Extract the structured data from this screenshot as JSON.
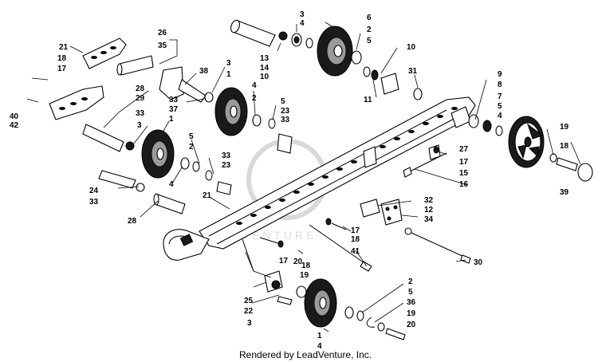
{
  "watermark": {
    "text": "LEADVENTURE"
  },
  "caption": "Rendered by LeadVenture, Inc.",
  "callouts": [
    {
      "id": "c21a",
      "text": "21"
    },
    {
      "id": "c18a",
      "text": "18"
    },
    {
      "id": "c17a",
      "text": "17"
    },
    {
      "id": "c40",
      "text": "40"
    },
    {
      "id": "c42",
      "text": "42"
    },
    {
      "id": "c26",
      "text": "26"
    },
    {
      "id": "c35",
      "text": "35"
    },
    {
      "id": "c13",
      "text": "13"
    },
    {
      "id": "c14",
      "text": "14"
    },
    {
      "id": "c10a",
      "text": "10"
    },
    {
      "id": "c3a",
      "text": "3"
    },
    {
      "id": "c4a",
      "text": "4"
    },
    {
      "id": "c6",
      "text": "6"
    },
    {
      "id": "c2a",
      "text": "2"
    },
    {
      "id": "c5a",
      "text": "5"
    },
    {
      "id": "c10b",
      "text": "10"
    },
    {
      "id": "c11",
      "text": "11"
    },
    {
      "id": "c31",
      "text": "31"
    },
    {
      "id": "c3b",
      "text": "3"
    },
    {
      "id": "c1a",
      "text": "1"
    },
    {
      "id": "c38",
      "text": "38"
    },
    {
      "id": "c33a",
      "text": "33"
    },
    {
      "id": "c37",
      "text": "37"
    },
    {
      "id": "c4b",
      "text": "4"
    },
    {
      "id": "c2b",
      "text": "2"
    },
    {
      "id": "c5b",
      "text": "5"
    },
    {
      "id": "c23a",
      "text": "23"
    },
    {
      "id": "c33b",
      "text": "33"
    },
    {
      "id": "c28a",
      "text": "28"
    },
    {
      "id": "c29",
      "text": "29"
    },
    {
      "id": "c33c",
      "text": "33"
    },
    {
      "id": "c3c",
      "text": "3"
    },
    {
      "id": "c1b",
      "text": "1"
    },
    {
      "id": "c5c",
      "text": "5"
    },
    {
      "id": "c2c",
      "text": "2"
    },
    {
      "id": "c33d",
      "text": "33"
    },
    {
      "id": "c23b",
      "text": "23"
    },
    {
      "id": "c4c",
      "text": "4"
    },
    {
      "id": "c9",
      "text": "9"
    },
    {
      "id": "c8",
      "text": "8"
    },
    {
      "id": "c7",
      "text": "7"
    },
    {
      "id": "c5d",
      "text": "5"
    },
    {
      "id": "c4d",
      "text": "4"
    },
    {
      "id": "c19a",
      "text": "19"
    },
    {
      "id": "c18b",
      "text": "18"
    },
    {
      "id": "c39",
      "text": "39"
    },
    {
      "id": "c27",
      "text": "27"
    },
    {
      "id": "c17b",
      "text": "17"
    },
    {
      "id": "c15",
      "text": "15"
    },
    {
      "id": "c16",
      "text": "16"
    },
    {
      "id": "c24",
      "text": "24"
    },
    {
      "id": "c33e",
      "text": "33"
    },
    {
      "id": "c21b",
      "text": "21"
    },
    {
      "id": "c28b",
      "text": "28"
    },
    {
      "id": "c32",
      "text": "32"
    },
    {
      "id": "c12",
      "text": "12"
    },
    {
      "id": "c34",
      "text": "34"
    },
    {
      "id": "c17c",
      "text": "17"
    },
    {
      "id": "c18c",
      "text": "18"
    },
    {
      "id": "c41",
      "text": "41"
    },
    {
      "id": "c17d",
      "text": "17"
    },
    {
      "id": "c18d",
      "text": "18"
    },
    {
      "id": "c30",
      "text": "30"
    },
    {
      "id": "c20a",
      "text": "20"
    },
    {
      "id": "c19b",
      "text": "19"
    },
    {
      "id": "c25",
      "text": "25"
    },
    {
      "id": "c22",
      "text": "22"
    },
    {
      "id": "c3d",
      "text": "3"
    },
    {
      "id": "c1c",
      "text": "1"
    },
    {
      "id": "c4e",
      "text": "4"
    },
    {
      "id": "c2d",
      "text": "2"
    },
    {
      "id": "c5e",
      "text": "5"
    },
    {
      "id": "c36",
      "text": "36"
    },
    {
      "id": "c19c",
      "text": "19"
    },
    {
      "id": "c20b",
      "text": "20"
    }
  ]
}
